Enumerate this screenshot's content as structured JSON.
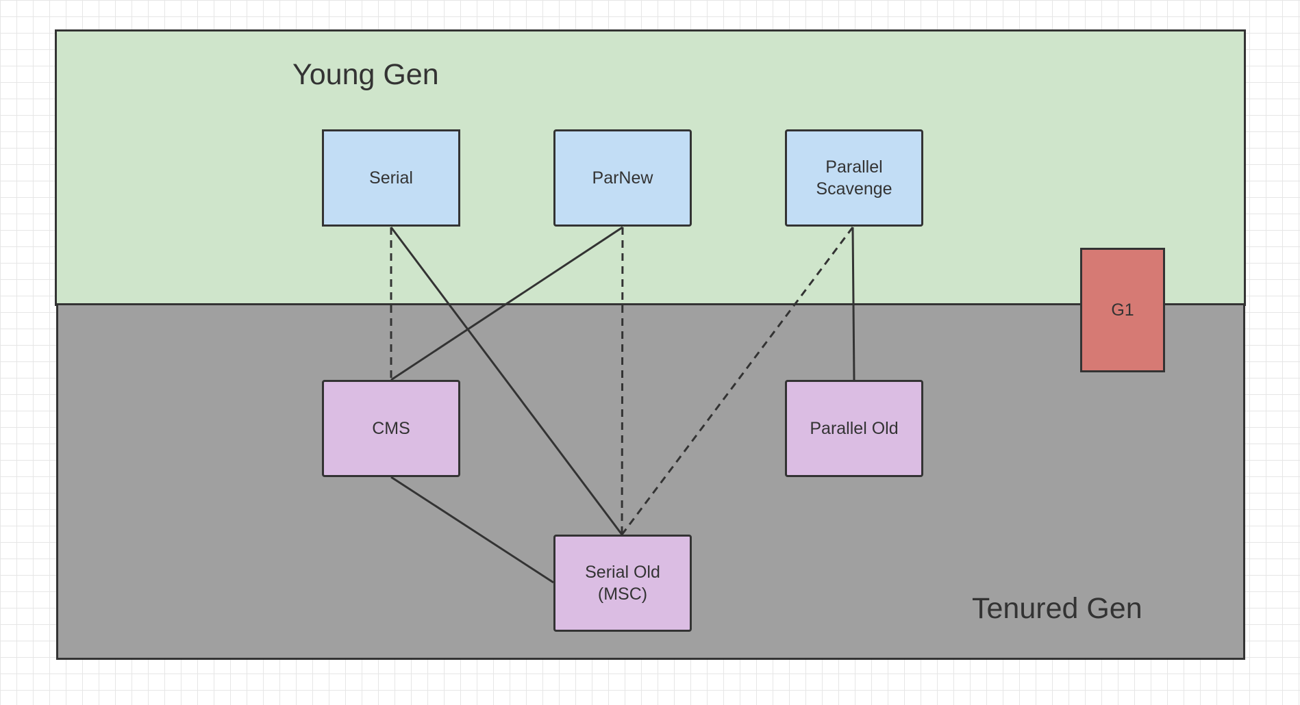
{
  "colors": {
    "young_gen_fill": "#cfe5cb",
    "tenured_gen_fill": "#a0a0a0",
    "young_collector_fill": "#c2ddf5",
    "old_collector_fill": "#dbbde3",
    "g1_fill": "#d67a74",
    "stroke": "#333333"
  },
  "regions": {
    "young_gen": {
      "label": "Young Gen"
    },
    "tenured_gen": {
      "label": "Tenured Gen"
    }
  },
  "collectors": {
    "serial": {
      "label": "Serial"
    },
    "parnew": {
      "label": "ParNew"
    },
    "parallel_scavenge": {
      "label": "Parallel\nScavenge"
    },
    "cms": {
      "label": "CMS"
    },
    "parallel_old": {
      "label": "Parallel Old"
    },
    "serial_old": {
      "label": "Serial Old\n(MSC)"
    },
    "g1": {
      "label": "G1"
    }
  },
  "connections": [
    {
      "from": "serial",
      "to": "cms",
      "style": "dashed"
    },
    {
      "from": "serial",
      "to": "serial_old",
      "style": "solid"
    },
    {
      "from": "parnew",
      "to": "cms",
      "style": "solid"
    },
    {
      "from": "parnew",
      "to": "serial_old",
      "style": "dashed"
    },
    {
      "from": "parallel_scavenge",
      "to": "serial_old",
      "style": "dashed"
    },
    {
      "from": "parallel_scavenge",
      "to": "parallel_old",
      "style": "solid"
    },
    {
      "from": "cms",
      "to": "serial_old",
      "style": "solid"
    }
  ]
}
